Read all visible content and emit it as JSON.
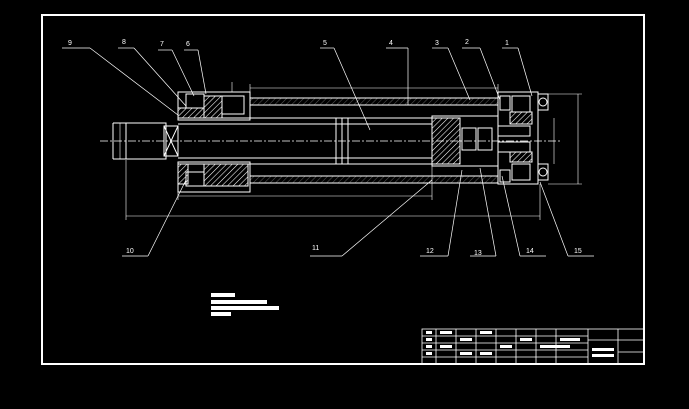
{
  "drawing": {
    "background": "#000000",
    "line_color": "#ffffff",
    "callouts": {
      "c1": "1",
      "c2": "2",
      "c3": "3",
      "c4": "4",
      "c5": "5",
      "c6": "6",
      "c7": "7",
      "c8": "8",
      "c9": "9",
      "c10": "10",
      "c11": "11",
      "c12": "12",
      "c13": "13",
      "c14": "14",
      "c15": "15"
    }
  }
}
